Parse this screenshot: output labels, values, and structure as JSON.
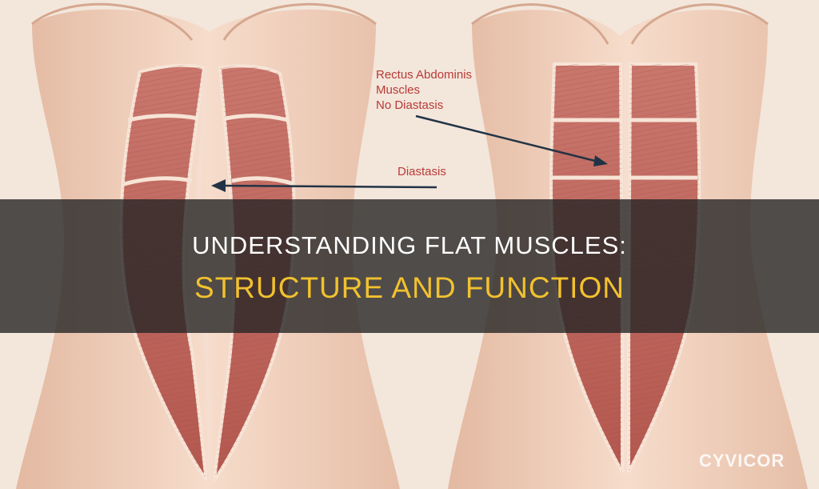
{
  "illustration": {
    "label_rectus": [
      "Rectus Abdominis",
      "Muscles",
      "No Diastasis"
    ],
    "label_diastasis": "Diastasis"
  },
  "banner": {
    "line1": "UNDERSTANDING FLAT MUSCLES:",
    "line2": "STRUCTURE AND FUNCTION"
  },
  "watermark": "CYVICOR",
  "colors": {
    "label_text": "#b83a36",
    "title_line1": "#ffffff",
    "title_line2": "#f2c12e",
    "banner_bg": "#262626",
    "skin": "#f2d6c4",
    "muscle": "#b95f57"
  }
}
